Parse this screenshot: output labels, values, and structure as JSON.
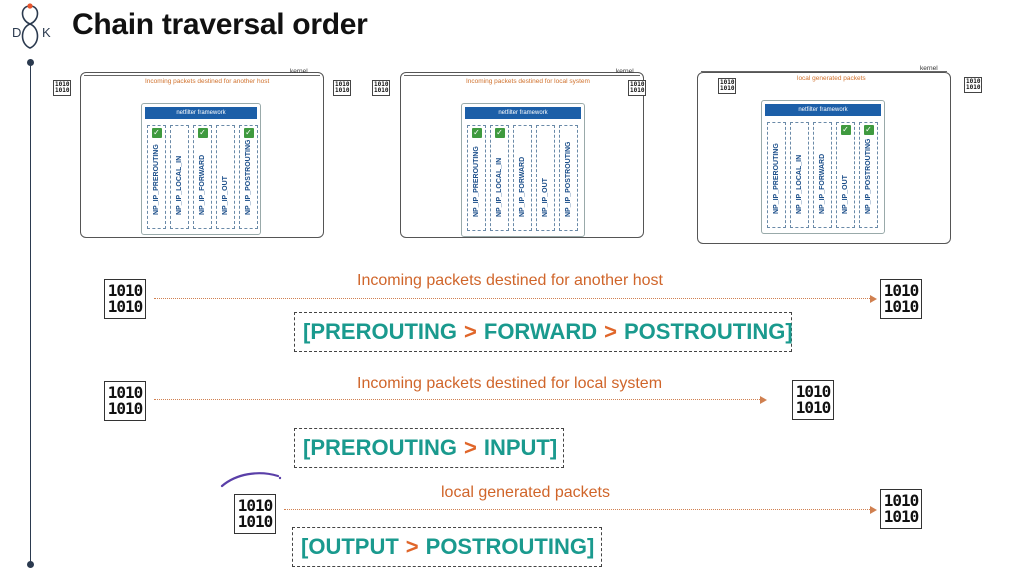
{
  "logo": {
    "left_letter": "D",
    "right_letter": "K"
  },
  "title": "Chain traversal order",
  "binary_text": [
    "1010",
    "1010"
  ],
  "mini_diagrams": [
    {
      "caption": "Incoming packets destined for another host",
      "kernel_label": "kernel",
      "framework_label": "netfilter framework",
      "hooks": [
        {
          "label": "NP_IP_PREROUTING",
          "checked": true
        },
        {
          "label": "NP_IP_LOCAL_IN",
          "checked": false
        },
        {
          "label": "NP_IP_FORWARD",
          "checked": true
        },
        {
          "label": "NP_IP_OUT",
          "checked": false
        },
        {
          "label": "NP_IP_POSTROUTING",
          "checked": true
        }
      ]
    },
    {
      "caption": "Incoming packets destined for local system",
      "kernel_label": "kernel",
      "framework_label": "netfilter framework",
      "hooks": [
        {
          "label": "NP_IP_PREROUTING",
          "checked": true
        },
        {
          "label": "NP_IP_LOCAL_IN",
          "checked": true
        },
        {
          "label": "NP_IP_FORWARD",
          "checked": false
        },
        {
          "label": "NP_IP_OUT",
          "checked": false
        },
        {
          "label": "NP_IP_POSTROUTING",
          "checked": false
        }
      ]
    },
    {
      "caption": "local generated packets",
      "kernel_label": "kernel",
      "framework_label": "netfilter framework",
      "hooks": [
        {
          "label": "NP_IP_PREROUTING",
          "checked": false
        },
        {
          "label": "NP_IP_LOCAL_IN",
          "checked": false
        },
        {
          "label": "NP_IP_FORWARD",
          "checked": false
        },
        {
          "label": "NP_IP_OUT",
          "checked": true
        },
        {
          "label": "NP_IP_POSTROUTING",
          "checked": true
        }
      ]
    }
  ],
  "flows": [
    {
      "caption": "Incoming packets destined for another host",
      "chains": [
        "PREROUTING",
        "FORWARD",
        "POSTROUTING"
      ]
    },
    {
      "caption": "Incoming packets destined for local system",
      "chains": [
        "PREROUTING",
        "INPUT"
      ]
    },
    {
      "caption": "local generated packets",
      "chains": [
        "OUTPUT",
        "POSTROUTING"
      ]
    }
  ],
  "chain_separator": ">",
  "colors": {
    "chain_text": "#1a9a8e",
    "separator": "#e0662a",
    "caption": "#d0652a",
    "framework_header": "#1c5fa8",
    "check": "#3f9a3f"
  }
}
